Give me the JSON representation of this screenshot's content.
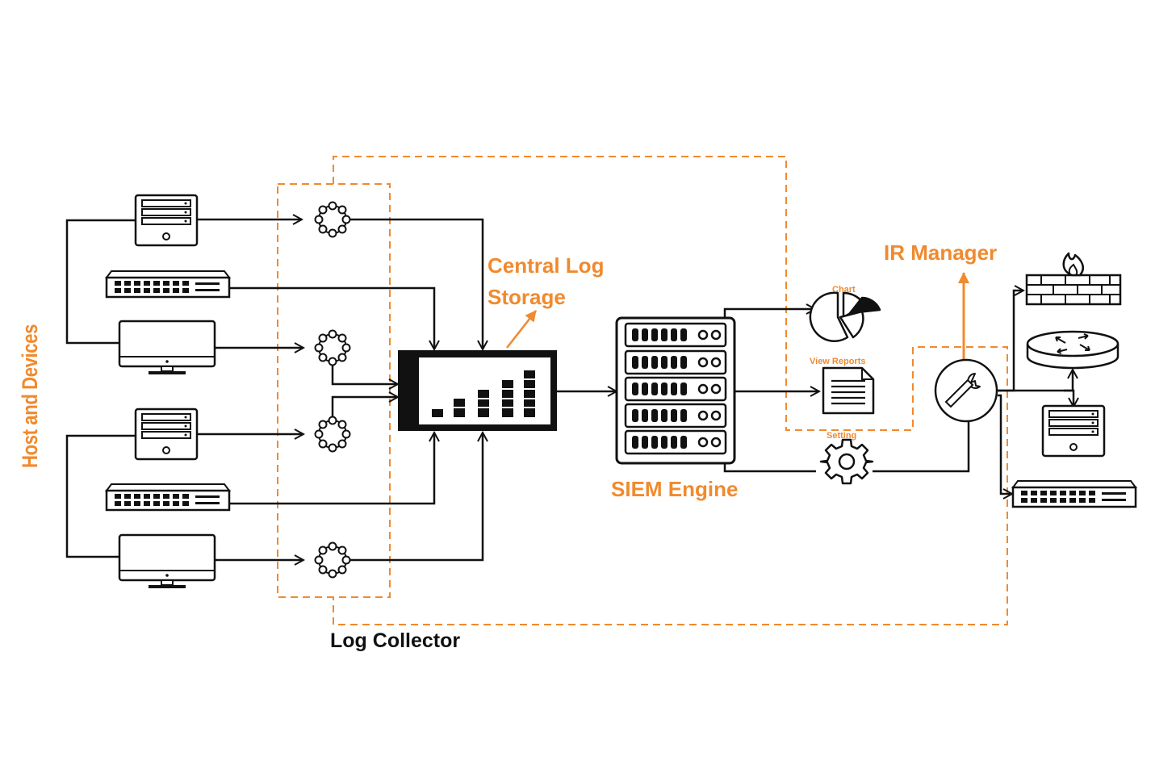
{
  "labels": {
    "host_devices": "Host and Devices",
    "central_log_line1": "Central Log",
    "central_log_line2": "Storage",
    "siem_engine": "SIEM Engine",
    "ir_manager": "IR Manager",
    "log_collector": "Log Collector",
    "chart": "Chart",
    "view_reports": "View Reports",
    "setting": "Setting"
  },
  "colors": {
    "accent": "#f08a2e",
    "stroke": "#111111",
    "background": "#ffffff"
  },
  "icons": {
    "hosts": [
      "server-tower-icon",
      "network-switch-icon",
      "monitor-icon",
      "server-tower-icon",
      "network-switch-icon",
      "monitor-icon"
    ],
    "collectors": [
      "collector-node-icon",
      "collector-node-icon",
      "collector-node-icon",
      "collector-node-icon"
    ],
    "storage": "log-storage-icon",
    "engine": "server-rack-icon",
    "outputs": [
      "pie-chart-icon",
      "document-icon",
      "gear-icon"
    ],
    "ir": "wrench-icon",
    "targets": [
      "firewall-icon",
      "router-icon",
      "server-tower-icon",
      "network-switch-icon"
    ]
  }
}
